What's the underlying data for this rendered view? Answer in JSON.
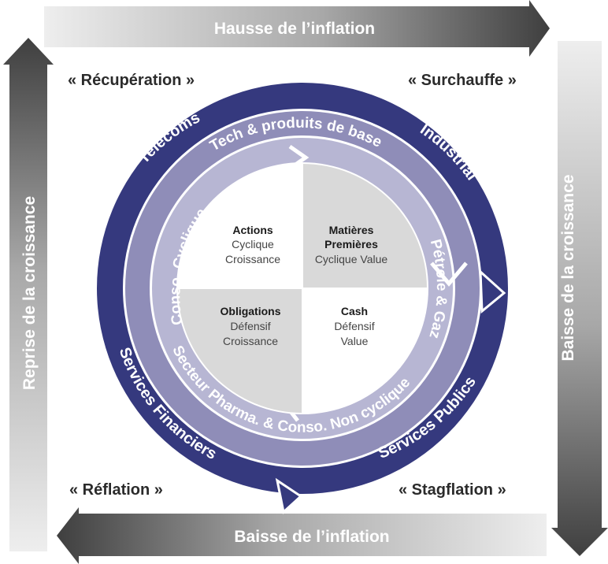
{
  "arrows": {
    "top": "Hausse de l’inflation",
    "bottom": "Baisse de l’inflation",
    "left": "Reprise de la croissance",
    "right": "Baisse de la croissance"
  },
  "corners": {
    "top_left": "« Récupération »",
    "top_right": "« Surchauffe »",
    "bottom_left": "« Réflation »",
    "bottom_right": "« Stagflation »"
  },
  "outer_ring": {
    "telecoms": "Telecoms",
    "industrial": "Industrial",
    "services_publics": "Services Publics",
    "services_financiers": "Services Financiers"
  },
  "inner_ring": {
    "tech": "Tech & produits de base",
    "petrole": "Pétrole & Gaz",
    "pharma": "Secteur Pharma. & Conso. Non cyclique",
    "conso_cyclique": "Conso. Cyclique"
  },
  "quadrants": {
    "top_left": {
      "title": "Actions",
      "line1": "Cyclique",
      "line2": "Croissance"
    },
    "top_right": {
      "title_line1": "Matières",
      "title_line2": "Premières",
      "line1": "Cyclique Value"
    },
    "bottom_left": {
      "title": "Obligations",
      "line1": "Défensif",
      "line2": "Croissance"
    },
    "bottom_right": {
      "title": "Cash",
      "line1": "Défensif",
      "line2": "Value"
    }
  },
  "colors": {
    "outer_ring": "#35397e",
    "middle_ring": "#8f8db8",
    "inner_ring": "#b7b6d3",
    "quadrant_shaded": "#d9d9d9",
    "arrow_dark": "#4a4a4a",
    "arrow_light": "#e8e8e8"
  }
}
